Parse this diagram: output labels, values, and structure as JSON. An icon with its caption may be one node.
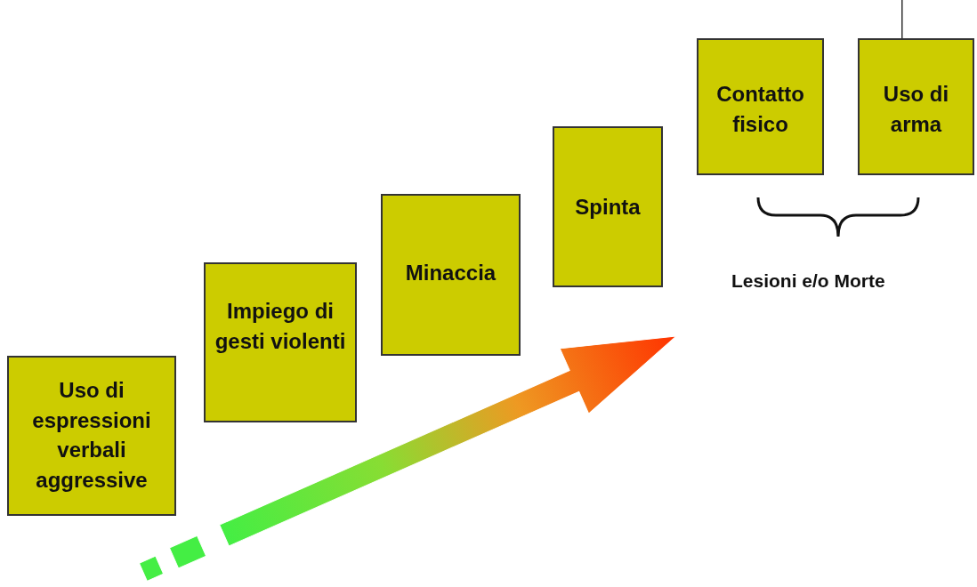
{
  "diagram": {
    "nodes": [
      {
        "text": [
          "Uso di espressioni verbali aggressive"
        ]
      },
      {
        "text": [
          "Impiego di gesti violenti"
        ]
      },
      {
        "text": [
          "Minaccia"
        ]
      },
      {
        "text": [
          "Spinta"
        ]
      },
      {
        "text": [
          "Contatto fisico"
        ]
      },
      {
        "text": [
          "Uso di arma"
        ]
      }
    ],
    "edges": [
      {
        "from": null,
        "to": 5,
        "arrow": "none"
      }
    ],
    "labels": [
      "Lesioni e/o Morte"
    ]
  }
}
